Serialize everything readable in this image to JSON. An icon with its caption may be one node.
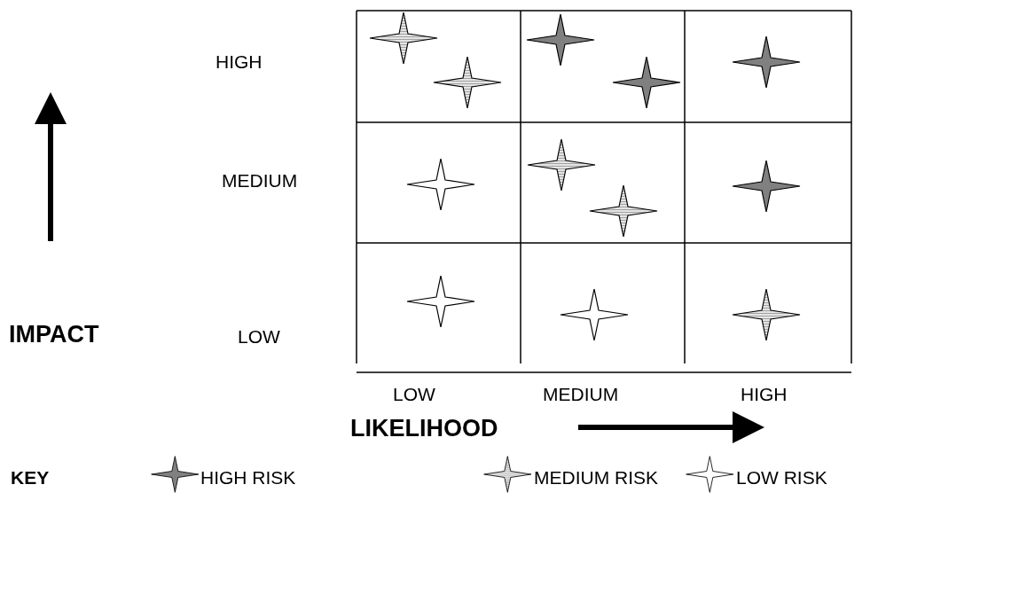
{
  "diagram": {
    "labels": [
      "HIGH",
      "MEDIUM",
      "IMPACT",
      "LOW",
      "LOW",
      "MEDIUM",
      "HIGH",
      "LIKELIHOOD",
      "KEY"
    ],
    "legend": [
      {
        "text": "HIGH RISK"
      },
      {
        "text": "MEDIUM RISK"
      },
      {
        "text": "LOW RISK"
      }
    ]
  }
}
